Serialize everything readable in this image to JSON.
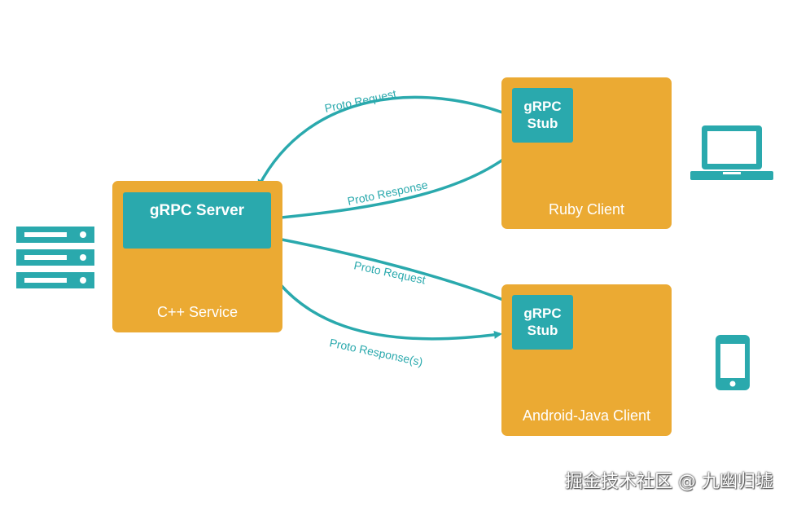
{
  "diagram": {
    "server": {
      "inner_label": "gRPC Server",
      "outer_label": "C++ Service"
    },
    "ruby_client": {
      "stub_label": "gRPC\nStub",
      "outer_label": "Ruby Client"
    },
    "android_client": {
      "stub_label": "gRPC\nStub",
      "outer_label": "Android-Java Client"
    },
    "arrows": {
      "ruby_request": "Proto Request",
      "ruby_response": "Proto Response",
      "android_request": "Proto Request",
      "android_response": "Proto Response(s)"
    },
    "icons": [
      "server-rack-icon",
      "laptop-icon",
      "phone-icon"
    ]
  },
  "colors": {
    "box": "#ebaa33",
    "teal": "#2aa9ad",
    "text": "#ffffff"
  },
  "watermark": "掘金技术社区 @ 九幽归墟"
}
